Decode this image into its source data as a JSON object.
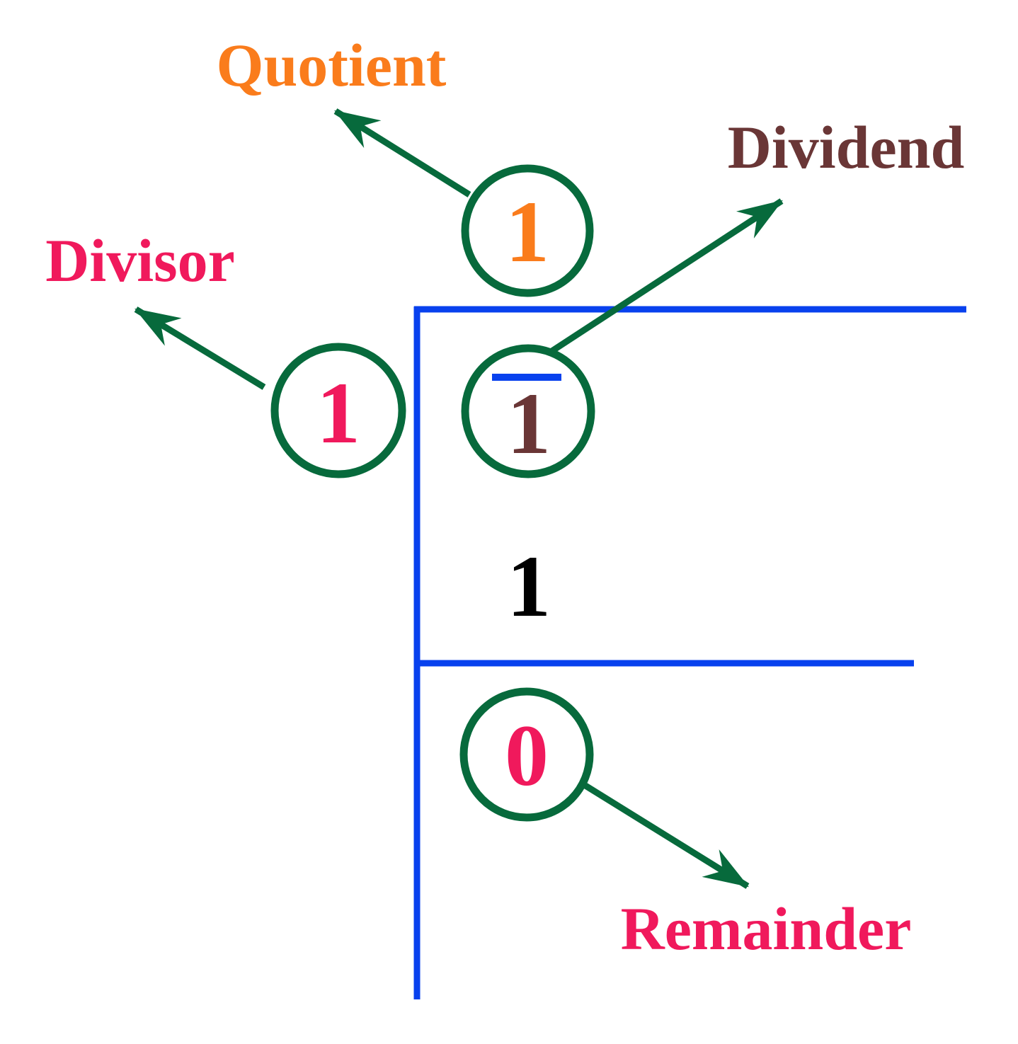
{
  "diagram": {
    "description": "Long division diagram labeling quotient, dividend, divisor and remainder",
    "labels": {
      "quotient": "Quotient",
      "dividend": "Dividend",
      "divisor": "Divisor",
      "remainder": "Remainder"
    },
    "values": {
      "quotient": "1",
      "divisor": "1",
      "dividend": "1",
      "product": "1",
      "remainder": "0"
    },
    "colors": {
      "quotient_text": "#fa7c1c",
      "dividend_text": "#6a3636",
      "divisor_text": "#f0195c",
      "remainder_text": "#f0195c",
      "product_text": "#000000",
      "circle_stroke": "#076a3c",
      "arrow": "#076a3c",
      "division_lines": "#0841ee"
    }
  }
}
